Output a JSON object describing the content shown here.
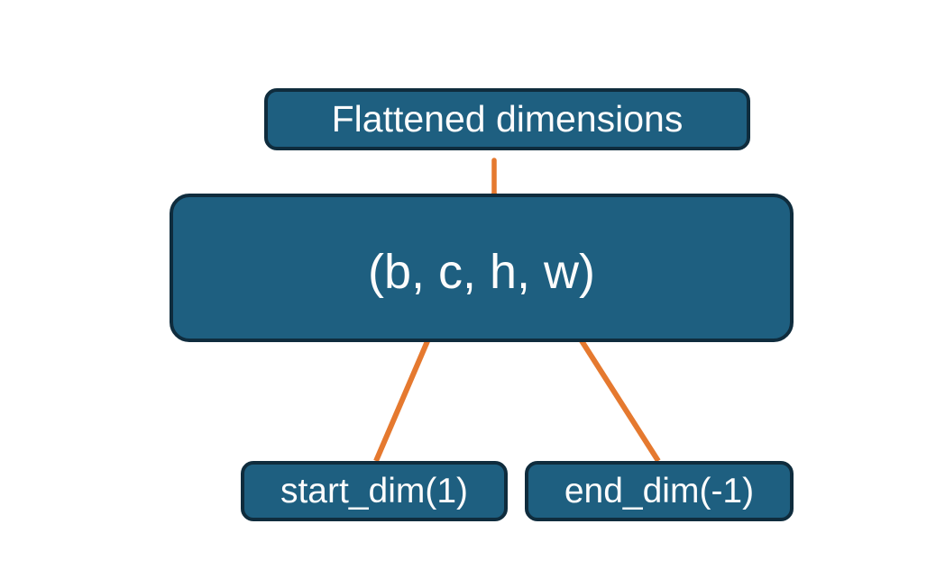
{
  "diagram": {
    "title_box": {
      "label": "Flattened dimensions"
    },
    "tensor_box": {
      "label": "(b, c, h, w)"
    },
    "start_dim_box": {
      "label": "start_dim(1)"
    },
    "end_dim_box": {
      "label": "end_dim(-1)"
    }
  },
  "connectors": {
    "brace": "groups dimensions c, h, w under Flattened dimensions",
    "start_dim_arrow": "points from start_dim(1) to dimension c",
    "end_dim_arrow": "points from end_dim(-1) to dimension w"
  },
  "colors": {
    "box_fill": "#1e5f80",
    "box_border": "#0f2c3d",
    "accent_orange": "#e5792f",
    "label_text": "#fcfcfc",
    "background": "#ffffff"
  }
}
